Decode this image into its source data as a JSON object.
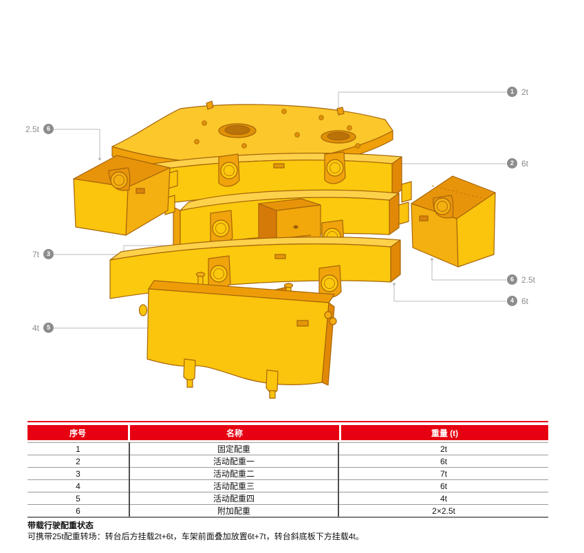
{
  "accent_color": "#e60012",
  "part_color": "#fbc90d",
  "diagram": {
    "description": "exploded view of crane counterweight stack",
    "callouts": [
      {
        "num": "1",
        "label": "2t"
      },
      {
        "num": "2",
        "label": "6t"
      },
      {
        "num": "6",
        "label": "2.5t"
      },
      {
        "num": "3",
        "label": "7t"
      },
      {
        "num": "6",
        "label": "2.5t"
      },
      {
        "num": "4",
        "label": "6t"
      },
      {
        "num": "5",
        "label": "4t"
      }
    ]
  },
  "table": {
    "headers": [
      "序号",
      "名称",
      "重量 (t)"
    ],
    "rows": [
      [
        "1",
        "固定配重",
        "2t"
      ],
      [
        "2",
        "活动配重一",
        "6t"
      ],
      [
        "3",
        "活动配重二",
        "7t"
      ],
      [
        "4",
        "活动配重三",
        "6t"
      ],
      [
        "5",
        "活动配重四",
        "4t"
      ],
      [
        "6",
        "附加配重",
        "2×2.5t"
      ]
    ]
  },
  "notes": {
    "title": "带载行驶配重状态",
    "body": "可携带25t配重转场：转台后方挂载2t+6t，车架前面叠加放置6t+7t，转台斜底板下方挂载4t。"
  }
}
